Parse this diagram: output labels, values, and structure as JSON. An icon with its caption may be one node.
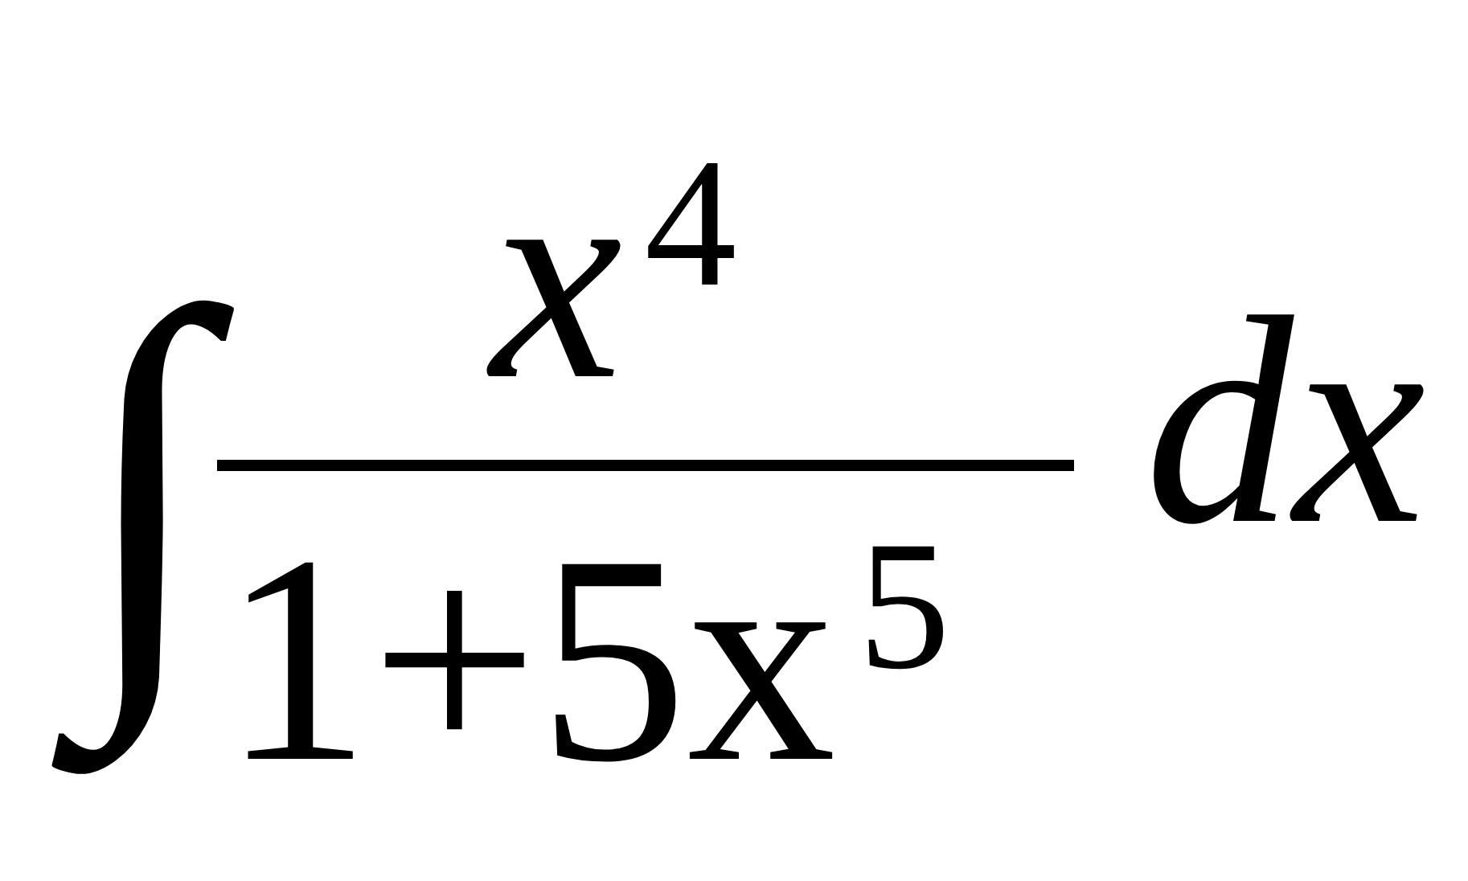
{
  "diagram": {
    "labels": [
      "∫",
      "x$^{4}$",
      "1+5x$^{5}$",
      "dx"
    ]
  }
}
